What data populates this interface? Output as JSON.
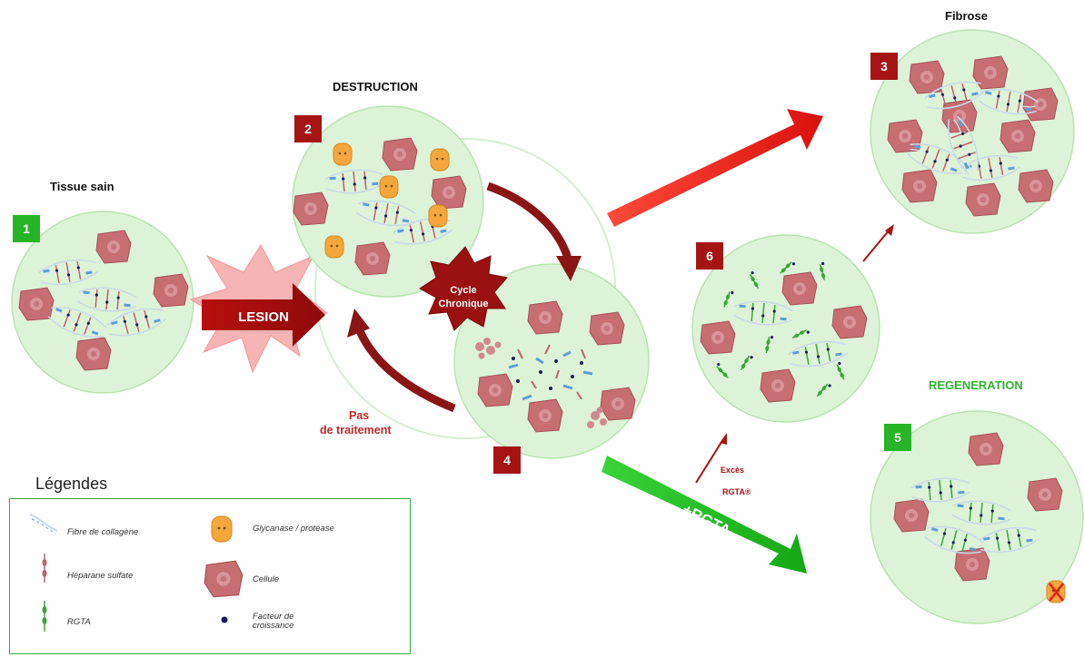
{
  "stages": {
    "healthy": {
      "number": "1",
      "title": "Tissue sain"
    },
    "destruction": {
      "number": "2",
      "title": "DESTRUCTION"
    },
    "fibrosis": {
      "number": "3",
      "title": "Fibrose"
    },
    "chronic": {
      "number": "4"
    },
    "regeneration": {
      "number": "5",
      "title": "REGENERATION"
    },
    "excess": {
      "number": "6"
    }
  },
  "labels": {
    "lesion": "LESION",
    "cycle_line1": "Cycle",
    "cycle_line2": "Chronique",
    "no_treatment_arrow": "Pas de traitement",
    "no_treatment_line1": "Pas",
    "no_treatment_line2": "de traitement",
    "rgta_arrow": "+RGTA",
    "excess_line1": "Excès",
    "excess_line2": "RGTA®"
  },
  "legend": {
    "title": "Légendes",
    "items": {
      "collagen": "Fibre de collagène",
      "glycanase": "Glycanase / protéase",
      "heparan": "Héparane sulfate",
      "cell": "Cellule",
      "rgta": "RGTA",
      "growth_factor_line1": "Facteur de",
      "growth_factor_line2": "croissance"
    }
  },
  "colors": {
    "dark_red": "#a51414",
    "bright_red": "#e8201c",
    "green": "#22b522",
    "circle_fill": "#ddf3d8",
    "circle_stroke": "#b9e4b0",
    "cell": "#c66e72",
    "nucleus": "#d99397"
  }
}
